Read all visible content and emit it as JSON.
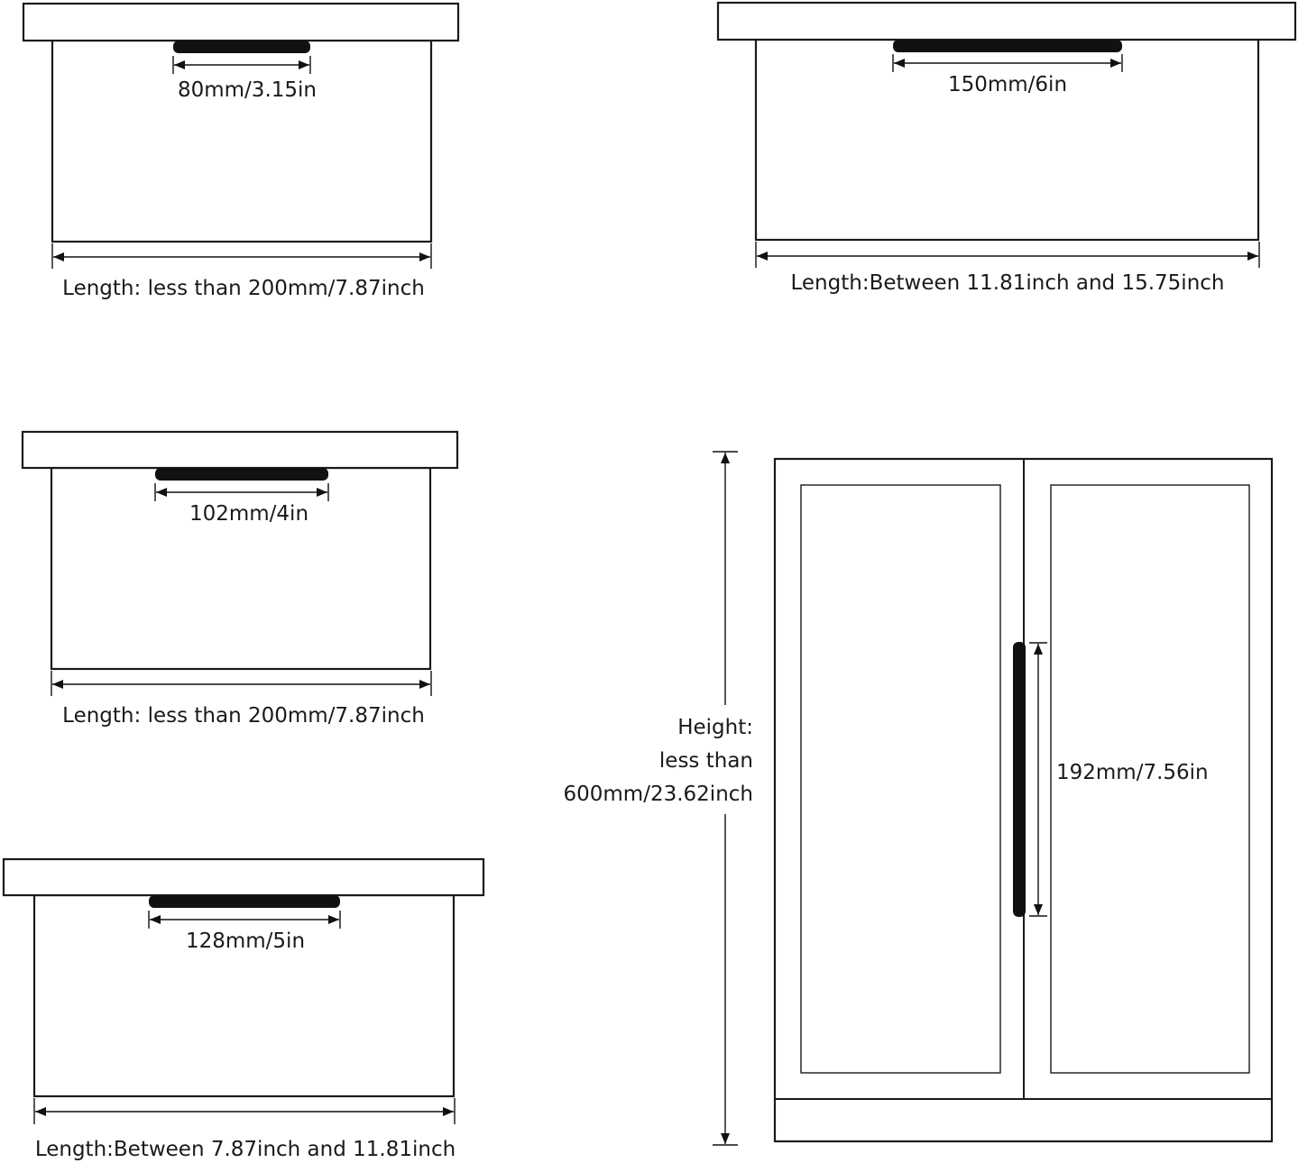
{
  "drawers": [
    {
      "handle_label": "80mm/3.15in",
      "length_label": "Length: less than 200mm/7.87inch"
    },
    {
      "handle_label": "150mm/6in",
      "length_label": "Length:Between 11.81inch and 15.75inch"
    },
    {
      "handle_label": "102mm/4in",
      "length_label": "Length: less than 200mm/7.87inch"
    },
    {
      "handle_label": "128mm/5in",
      "length_label": "Length:Between 7.87inch and 11.81inch"
    }
  ],
  "cabinet": {
    "height_label_line1": "Height:",
    "height_label_line2": "less than",
    "height_label_line3": "600mm/23.62inch",
    "handle_label": "192mm/7.56in"
  },
  "colors": {
    "line": "#1a1a1a",
    "handle": "#111111",
    "background": "#ffffff"
  }
}
